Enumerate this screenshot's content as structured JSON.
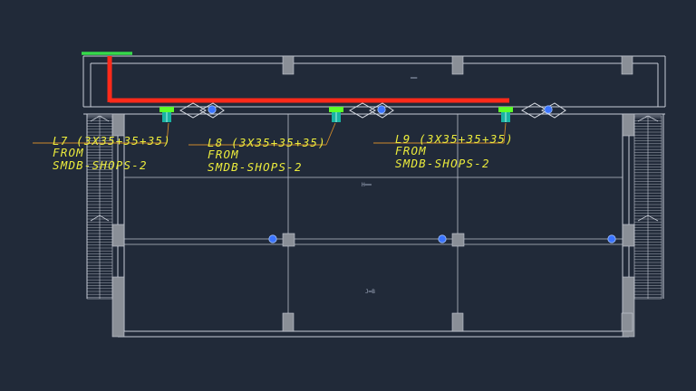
{
  "colors": {
    "background": "#212a39",
    "wall": "#c7ccd6",
    "column": "#8a8f97",
    "cable": "#ff2a1a",
    "label": "#ecec3c",
    "panel_top": "#5cff2a",
    "panel_body": "#19b3a3",
    "fixture": "#3b74ff",
    "riser": "#35d94a"
  },
  "circuits": [
    {
      "line1": "L7 (3X35+35+35)",
      "line2": "FROM",
      "line3": "SMDB-SHOPS-2"
    },
    {
      "line1": "L8 (3X35+35+35)",
      "line2": "FROM",
      "line3": "SMDB-SHOPS-2"
    },
    {
      "line1": "L9 (3X35+35+35)",
      "line2": "FROM",
      "line3": "SMDB-SHOPS-2"
    }
  ],
  "room_tags": {
    "top": "══",
    "middle": "H══",
    "bottom": "J═B"
  },
  "icons": {
    "panel": "distribution-panel-icon",
    "fixture": "light-fixture-icon",
    "luminaire": "double-luminaire-icon",
    "stair": "staircase-icon"
  }
}
